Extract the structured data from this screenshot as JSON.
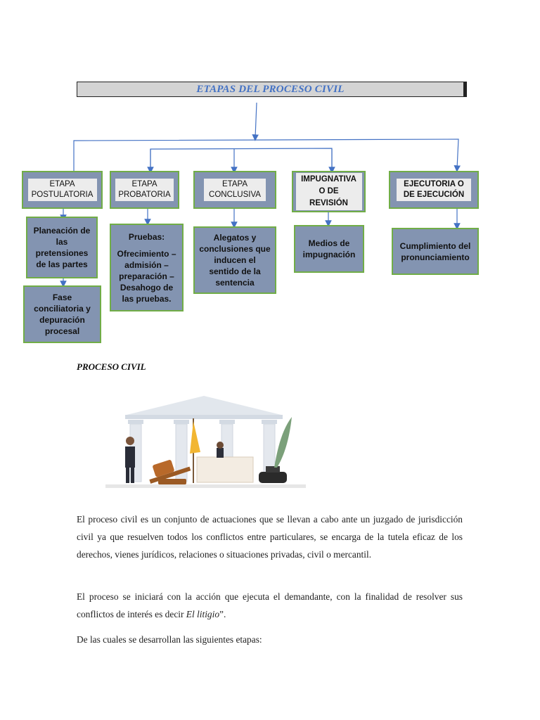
{
  "diagram": {
    "title": "ETAPAS DEL PROCESO CIVIL",
    "stages": [
      {
        "label": "ETAPA POSTULATORIA",
        "details": [
          [
            "Planeación de las pretensiones de las partes"
          ],
          [
            "Fase conciliatoria y depuración procesal"
          ]
        ]
      },
      {
        "label": "ETAPA PROBATORIA",
        "details": [
          [
            "Pruebas:",
            "Ofrecimiento – admisión – preparación – Desahogo de las pruebas."
          ]
        ]
      },
      {
        "label": "ETAPA CONCLUSIVA",
        "details": [
          [
            "Alegatos y conclusiones que inducen el sentido de la sentencia"
          ]
        ]
      },
      {
        "label": "IMPUGNATIVA O DE REVISIÓN",
        "details": [
          [
            "Medios de impugnación"
          ]
        ]
      },
      {
        "label": "EJECUTORIA O DE EJECUCIÓN",
        "details": [
          [
            "Cumplimiento del pronunciamiento"
          ]
        ]
      }
    ],
    "colors": {
      "box_fill": "#8394b1",
      "box_border": "#71ad47",
      "connector": "#4472c4",
      "title_text": "#4472c4"
    }
  },
  "section": {
    "heading": "PROCESO CIVIL",
    "image_alt": "courthouse illustration"
  },
  "body": {
    "p1": "El proceso civil es un conjunto de actuaciones que se llevan a cabo ante un juzgado de jurisdicción civil ya que resuelven todos los conflictos entre particulares, se encarga de la tutela eficaz de los derechos, vienes jurídicos, relaciones o situaciones privadas, civil o mercantil.",
    "p2_text": "El proceso se iniciará con la acción que ejecuta el demandante, con la finalidad de resolver sus conflictos de interés es decir ",
    "p2_em": "El litigio",
    "p2_end": "”.",
    "p3": "De las cuales se desarrollan las siguientes etapas:"
  }
}
